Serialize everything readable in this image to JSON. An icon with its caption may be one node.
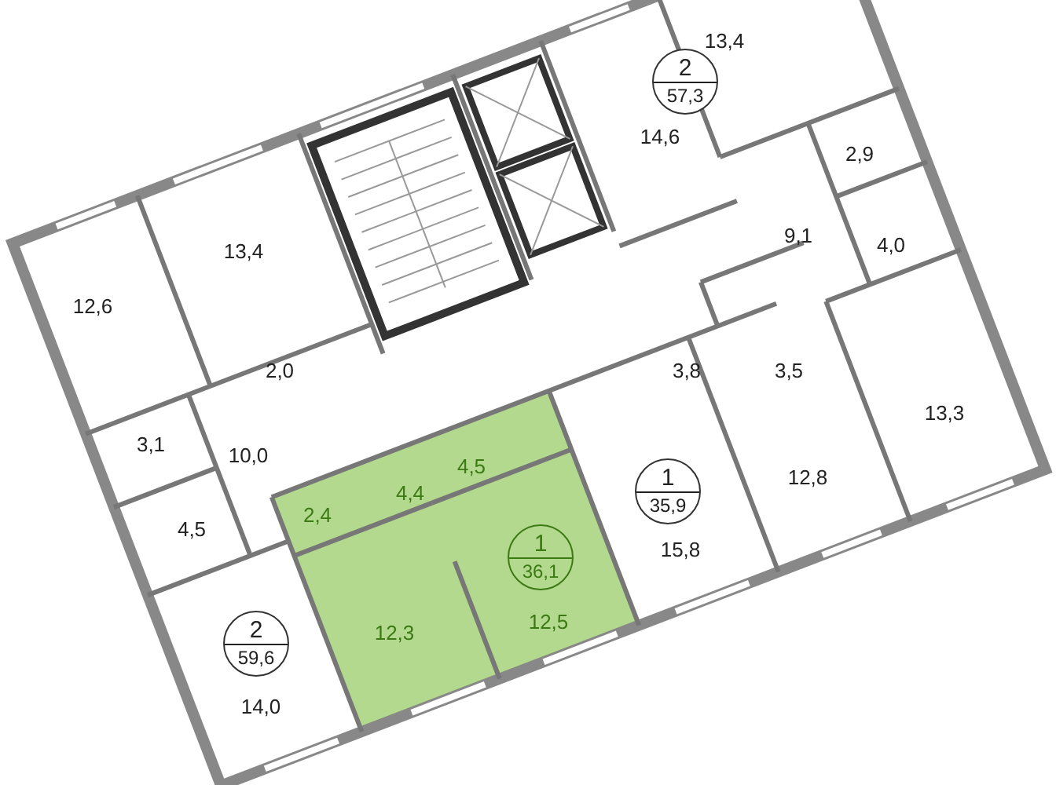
{
  "diagram": {
    "nodes": [
      {
        "text": [
          "2",
          "57,3"
        ]
      },
      {
        "text": [
          "1",
          "35,9"
        ]
      },
      {
        "text": [
          "1",
          "36,1"
        ]
      },
      {
        "text": [
          "2",
          "59,6"
        ]
      }
    ],
    "labels": [
      "13,4",
      "14,6",
      "2,9",
      "9,1",
      "13,4",
      "4,0",
      "12,6",
      "2,0",
      "3,8",
      "3,5",
      "13,3",
      "3,1",
      "10,0",
      "4,5",
      "4,4",
      "4,5",
      "2,4",
      "12,8",
      "15,8",
      "12,3",
      "12,5",
      "14,0"
    ]
  }
}
